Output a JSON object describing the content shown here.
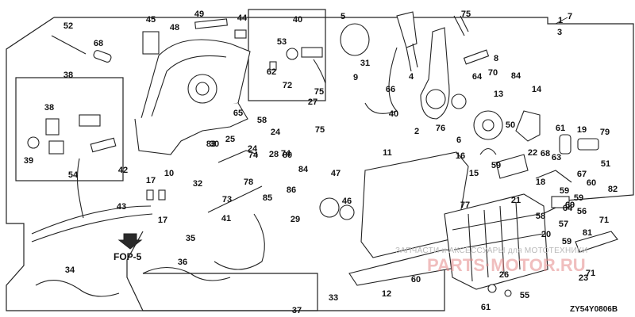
{
  "diagram": {
    "callouts": [
      "1",
      "2",
      "3",
      "4",
      "5",
      "6",
      "7",
      "8",
      "9",
      "10",
      "11",
      "12",
      "13",
      "14",
      "15",
      "16",
      "17",
      "17",
      "18",
      "19",
      "20",
      "21",
      "22",
      "23",
      "24",
      "24",
      "25",
      "26",
      "27",
      "28",
      "29",
      "30",
      "31",
      "32",
      "33",
      "34",
      "35",
      "36",
      "37",
      "38",
      "38",
      "39",
      "40",
      "40",
      "41",
      "42",
      "43",
      "44",
      "45",
      "46",
      "47",
      "48",
      "49",
      "50",
      "51",
      "52",
      "53",
      "54",
      "55",
      "56",
      "57",
      "58",
      "58",
      "59",
      "59",
      "59",
      "59",
      "60",
      "60",
      "61",
      "61",
      "62",
      "63",
      "64",
      "64",
      "65",
      "66",
      "67",
      "68",
      "68",
      "69",
      "70",
      "71",
      "71",
      "72",
      "73",
      "74",
      "74",
      "75",
      "75",
      "75",
      "76",
      "77",
      "78",
      "79",
      "80",
      "81",
      "82",
      "83",
      "84",
      "84",
      "85",
      "86",
      "86"
    ],
    "reference_label": "FOP-5",
    "diagram_code": "ZY54Y0806B",
    "watermark_text": "ЗАПЧАСТИ и АКСЕССУАРЫ для МОТОТЕХНИКИ",
    "watermark_brand": "PARTS·MOTOR.RU"
  },
  "colors": {
    "line": "#222222",
    "watermark_brand": "#e58a8a",
    "watermark_text": "#b9b9b9"
  }
}
